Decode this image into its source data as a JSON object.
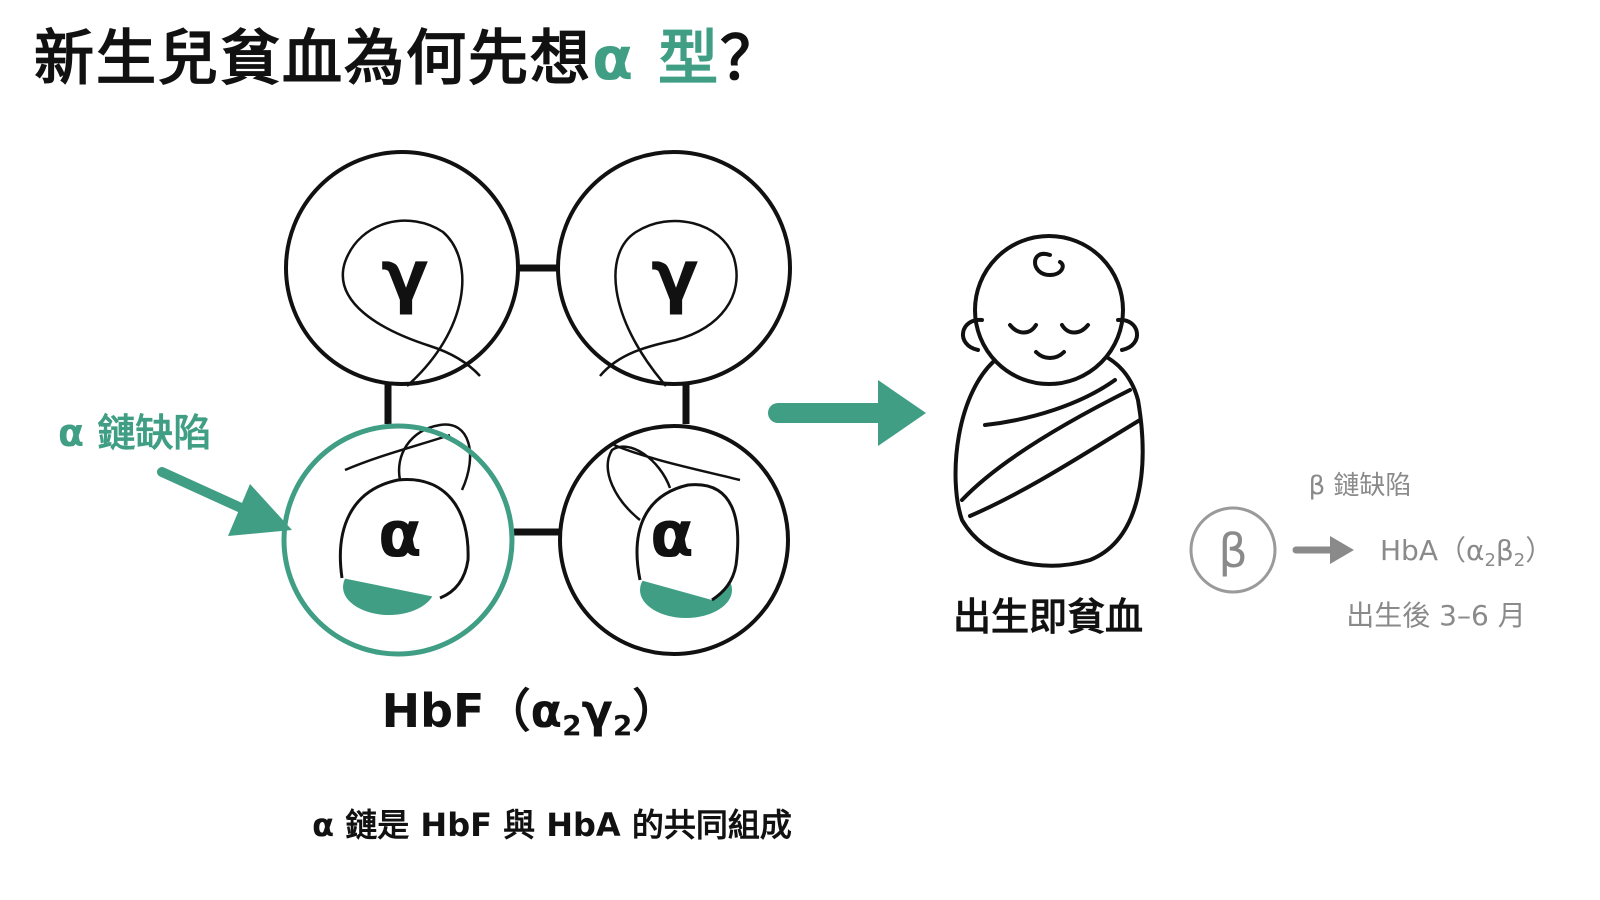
{
  "title": {
    "main": "新生兒貧血為何先想",
    "accent": "α 型",
    "end": "？"
  },
  "colors": {
    "accent": "#3f9e84",
    "ink": "#111111",
    "muted": "#8a8a8a"
  },
  "hemoglobin": {
    "subunits": [
      {
        "chain": "γ"
      },
      {
        "chain": "γ"
      },
      {
        "chain": "α"
      },
      {
        "chain": "α"
      }
    ],
    "name_prefix": "HbF（α",
    "name_sub1": "2",
    "name_mid": "γ",
    "name_sub2": "2",
    "name_suffix": "）"
  },
  "alpha_defect_label": "α 鏈缺陷",
  "newborn_label": "出生即貧血",
  "beta": {
    "symbol": "β",
    "defect_label": "β 鏈缺陷",
    "hba_prefix": "HbA（α",
    "hba_sub1": "2",
    "hba_mid": "β",
    "hba_sub2": "2",
    "hba_suffix": "）",
    "onset": "出生後 3–6 月"
  },
  "footer": "α 鏈是 HbF 與 HbA 的共同組成"
}
